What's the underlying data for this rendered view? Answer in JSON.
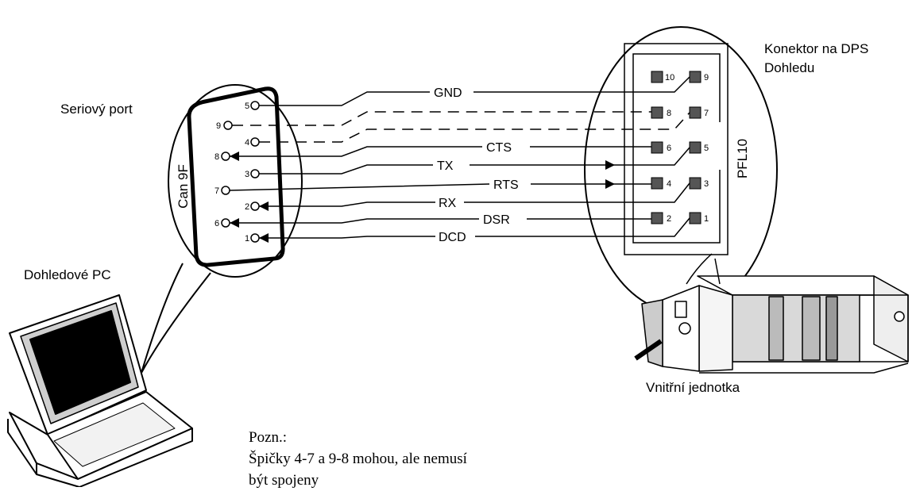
{
  "labels": {
    "serial_port": "Seriový port",
    "connector_title_line1": "Konektor na DPS",
    "connector_title_line2": "Dohledu",
    "can9f": "Can 9F",
    "pfl10": "PFL10",
    "pc": "Dohledové PC",
    "inner_unit": "Vnitřní jednotka"
  },
  "db9_pins": [
    "5",
    "9",
    "4",
    "8",
    "3",
    "7",
    "2",
    "6",
    "1"
  ],
  "pfl10_pins": [
    "10",
    "9",
    "8",
    "7",
    "6",
    "5",
    "4",
    "3",
    "2",
    "1"
  ],
  "signals": [
    "GND",
    "CTS",
    "TX",
    "RTS",
    "RX",
    "DSR",
    "DCD"
  ],
  "note": {
    "line1": "Pozn.:",
    "line2": "Špičky 4-7 a 9-8 mohou, ale nemusí",
    "line3": "být spojeny"
  }
}
